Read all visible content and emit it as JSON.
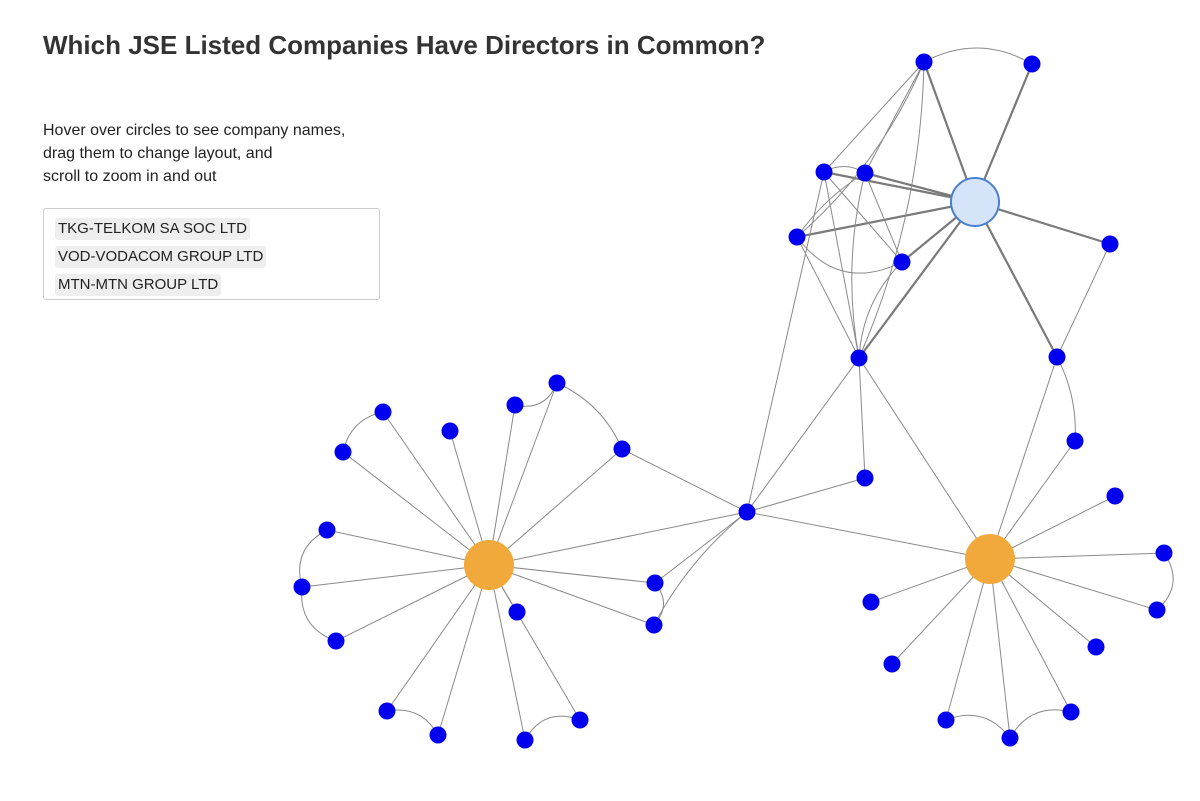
{
  "title": "Which JSE Listed Companies Have Directors in Common?",
  "instructions": [
    "Hover over circles to see company names,",
    "drag them to change layout, and",
    "scroll to zoom in and out"
  ],
  "selected_companies": [
    "TKG-TELKOM SA SOC LTD",
    "VOD-VODACOM GROUP LTD",
    "MTN-MTN GROUP LTD"
  ],
  "colors": {
    "node": "#0000ee",
    "hub": "#f2a93b",
    "selected_fill": "#d6e4fa",
    "selected_stroke": "#4a7fd0",
    "edge": "#8a8a8a"
  }
}
